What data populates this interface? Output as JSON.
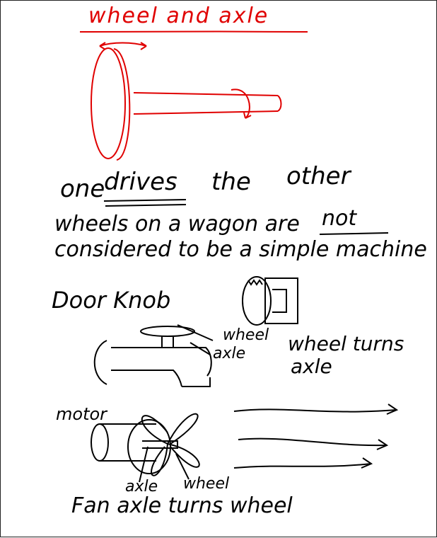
{
  "title": "wheel and axle",
  "lines": {
    "drives": [
      "one",
      "drives",
      "the",
      "other"
    ],
    "wagon_1": "wheels on a wagon are",
    "wagon_not": "not",
    "wagon_2": "considered to be a simple machine",
    "door_knob": "Door Knob"
  },
  "faucet": {
    "wheel_label": "wheel",
    "axle_label": "axle",
    "note_1": "wheel turns",
    "note_2": "axle"
  },
  "fan": {
    "motor_label": "motor",
    "axle_label": "axle",
    "wheel_label": "wheel",
    "caption": "Fan axle turns wheel"
  },
  "colors": {
    "title": "#e00000",
    "ink": "#000000"
  }
}
